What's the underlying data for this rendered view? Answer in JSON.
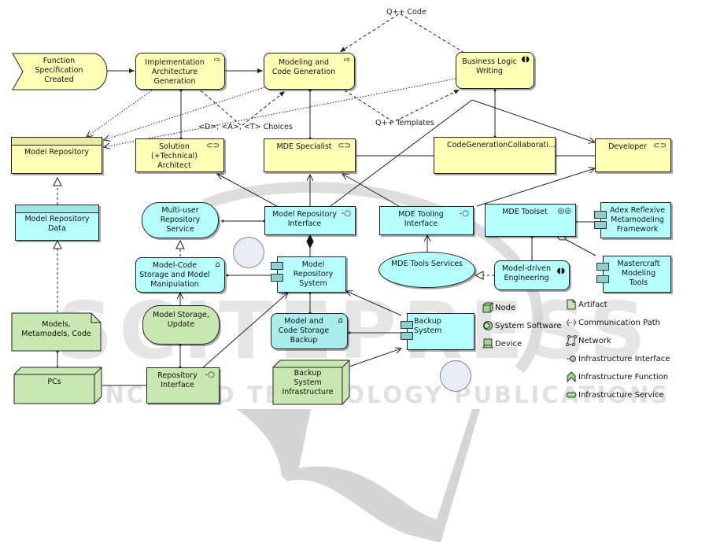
{
  "diagram": {
    "title": "ArchiMate model: MDE code generation architecture",
    "watermark": {
      "line1": "SCITEPRESS",
      "line2": "SCIENCE AND TECHNOLOGY PUBLICATIONS"
    },
    "nodes": {
      "function_spec_created": "Function\nSpecification\nCreated",
      "impl_arch_generation": "Implementation\nArchitecture\nGeneration",
      "modeling_code_generation": "Modeling and\nCode Generation",
      "business_logic_writing": "Business Logic\nWriting",
      "model_repository": "Model Repository",
      "solution_architect": "Solution\n(+Technical)\nArchitect",
      "mde_specialist": "MDE Specialist",
      "code_gen_collaboration": "CodeGenerationCollaborati...",
      "developer": "Developer",
      "model_repository_data": "Model Repository\nData",
      "multi_user_repo_service": "Multi-user\nRepository\nService",
      "model_repository_interface": "Model Repository\nInterface",
      "mde_tooling_interface": "MDE Tooling\nInterface",
      "mde_toolset": "MDE Toolset",
      "adex_framework": "Adex Reflexive\nMetamodeling\nFramework",
      "model_code_storage": "Model-Code\nStorage and Model\nManipulation",
      "model_repository_system": "Model\nRepository\nSystem",
      "mde_tools_services": "MDE Tools Services",
      "model_driven_engineering": "Model-driven\nEngineering",
      "mastercraft_tools": "Mastercraft\nModeling\nTools",
      "models_metamodels_code": "Models,\nMetamodels, Code",
      "model_storage_update": "Model Storage,\nUpdate",
      "model_code_storage_backup": "Model and\nCode Storage\nBackup",
      "backup_system": "Backup System",
      "pcs": "PCs",
      "repository_interface": "Repository\nInterface",
      "backup_infrastructure": "Backup\nSystem\nInfrastructure"
    },
    "edge_labels": {
      "qpp_code": "Q++ Code",
      "choices": "<D>; <A>, <T> Choices",
      "qpp_templates": "Q++ Templates"
    },
    "legend": [
      {
        "icon": "node-icon",
        "label": "Node"
      },
      {
        "icon": "system-software-icon",
        "label": "System Software"
      },
      {
        "icon": "device-icon",
        "label": "Device"
      },
      {
        "icon": "artifact-icon",
        "label": "Artifact"
      },
      {
        "icon": "communication-path-icon",
        "label": "Communication Path"
      },
      {
        "icon": "network-icon",
        "label": "Network"
      },
      {
        "icon": "infrastructure-interface-icon",
        "label": "Infrastructure Interface"
      },
      {
        "icon": "infrastructure-function-icon",
        "label": "Infrastructure Function"
      },
      {
        "icon": "infrastructure-service-icon",
        "label": "Infrastructure Service"
      }
    ],
    "colors": {
      "business_layer": "#ffffb5",
      "application_layer": "#b5ffff",
      "technology_layer": "#c9e7b0",
      "watermark": "#d0d0d0"
    }
  }
}
